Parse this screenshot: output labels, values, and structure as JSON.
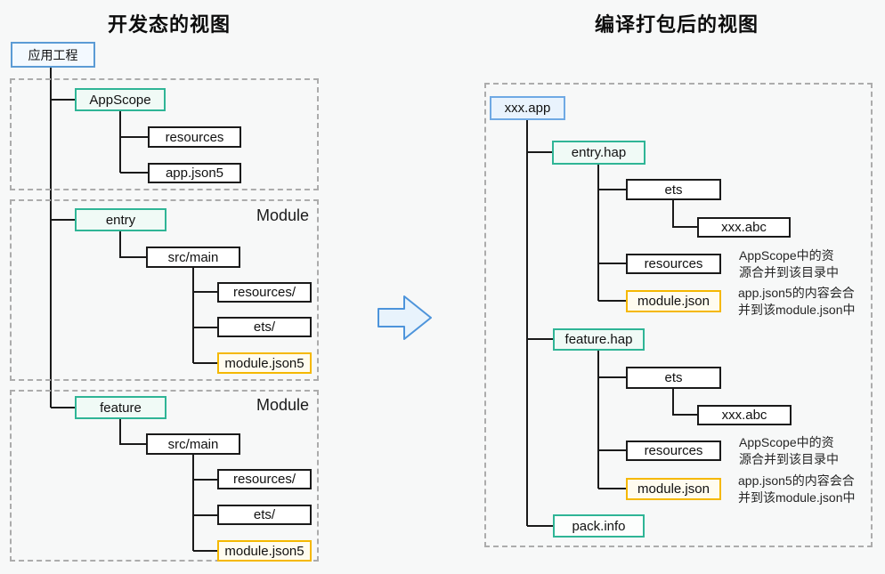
{
  "left_panel": {
    "title": "开发态的视图",
    "root": "应用工程",
    "appscope_group": {
      "node": "AppScope",
      "resources": "resources",
      "app_json5": "app.json5"
    },
    "entry_group": {
      "module_label": "Module",
      "node": "entry",
      "src_main": "src/main",
      "resources": "resources/",
      "ets": "ets/",
      "module_json5": "module.json5"
    },
    "feature_group": {
      "module_label": "Module",
      "node": "feature",
      "src_main": "src/main",
      "resources": "resources/",
      "ets": "ets/",
      "module_json5": "module.json5"
    }
  },
  "right_panel": {
    "title": "编译打包后的视图",
    "root": "xxx.app",
    "entry_hap": {
      "node": "entry.hap",
      "ets": "ets",
      "abc": "xxx.abc",
      "resources": "resources",
      "module_json": "module.json",
      "resources_note": "AppScope中的资\n源合并到该目录中",
      "module_json_note": "app.json5的内容会合\n并到该module.json中"
    },
    "feature_hap": {
      "node": "feature.hap",
      "ets": "ets",
      "abc": "xxx.abc",
      "resources": "resources",
      "module_json": "module.json",
      "resources_note": "AppScope中的资\n源合并到该目录中",
      "module_json_note": "app.json5的内容会合\n并到该module.json中"
    },
    "pack_info": "pack.info"
  },
  "colors": {
    "background": "#F7F8F8",
    "blue_border": "#5B9BD5",
    "teal_border": "#2FB596",
    "yellow_border": "#F5B800",
    "black_border": "#1A1A1A",
    "dashed_border": "#ACACAC",
    "arrow_border": "#4D94DB",
    "arrow_fill": "#E8F3FC"
  }
}
